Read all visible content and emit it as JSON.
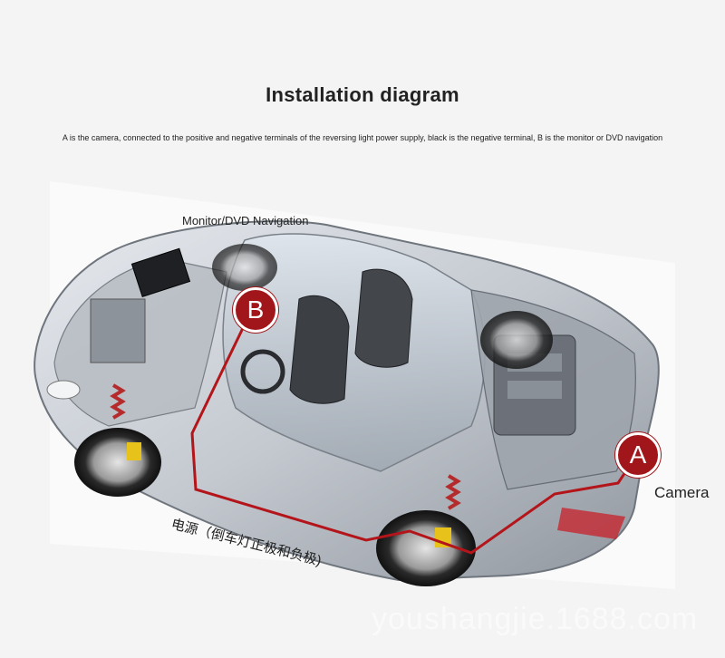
{
  "title": "Installation diagram",
  "subtitle": "A is the camera, connected to the positive and negative terminals of the reversing light power supply, black is the negative terminal, B is the monitor or DVD navigation",
  "labels": {
    "monitor": "Monitor/DVD Navigation",
    "camera": "Camera",
    "power": "电源（倒车灯正极和负极)"
  },
  "markers": {
    "b": "B",
    "a": "A"
  },
  "watermark": "youshangjie.1688.com",
  "colors": {
    "background": "#f4f4f4",
    "marker": "#a0161b",
    "wire": "#b3151a",
    "car_body": "#c8ccd2"
  }
}
